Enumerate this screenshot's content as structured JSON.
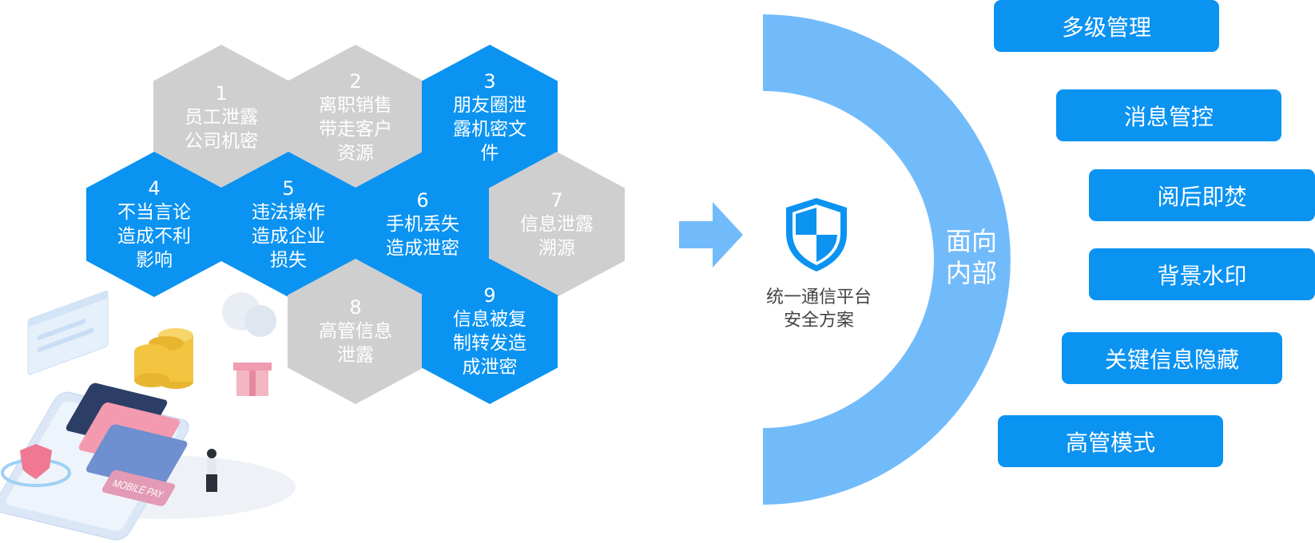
{
  "colors": {
    "blue": "#0b93f2",
    "light_blue": "#72bbfb",
    "gray": "#cfcfcf",
    "caption_text": "#444444"
  },
  "risks": [
    {
      "num": "1",
      "text": "员工泄露公司机密",
      "style": "gray"
    },
    {
      "num": "2",
      "text": "离职销售带走客户资源",
      "style": "gray"
    },
    {
      "num": "3",
      "text": "朋友圈泄露机密文件",
      "style": "blue"
    },
    {
      "num": "4",
      "text": "不当言论造成不利影响",
      "style": "blue"
    },
    {
      "num": "5",
      "text": "违法操作造成企业损失",
      "style": "blue"
    },
    {
      "num": "6",
      "text": "手机丢失造成泄密",
      "style": "blue"
    },
    {
      "num": "7",
      "text": "信息泄露溯源",
      "style": "gray"
    },
    {
      "num": "8",
      "text": "高管信息泄露",
      "style": "gray"
    },
    {
      "num": "9",
      "text": "信息被复制转发造成泄密",
      "style": "blue"
    }
  ],
  "solution": {
    "caption_line1": "统一通信平台",
    "caption_line2": "安全方案",
    "icon": "shield-icon"
  },
  "ring_label": {
    "line1": "面向",
    "line2": "内部"
  },
  "features": [
    {
      "label": "多级管理"
    },
    {
      "label": "消息管控"
    },
    {
      "label": "阅后即焚"
    },
    {
      "label": "背景水印"
    },
    {
      "label": "关键信息隐藏"
    },
    {
      "label": "高管模式"
    }
  ],
  "illustration": {
    "card_text": "MOBILE PAY"
  }
}
